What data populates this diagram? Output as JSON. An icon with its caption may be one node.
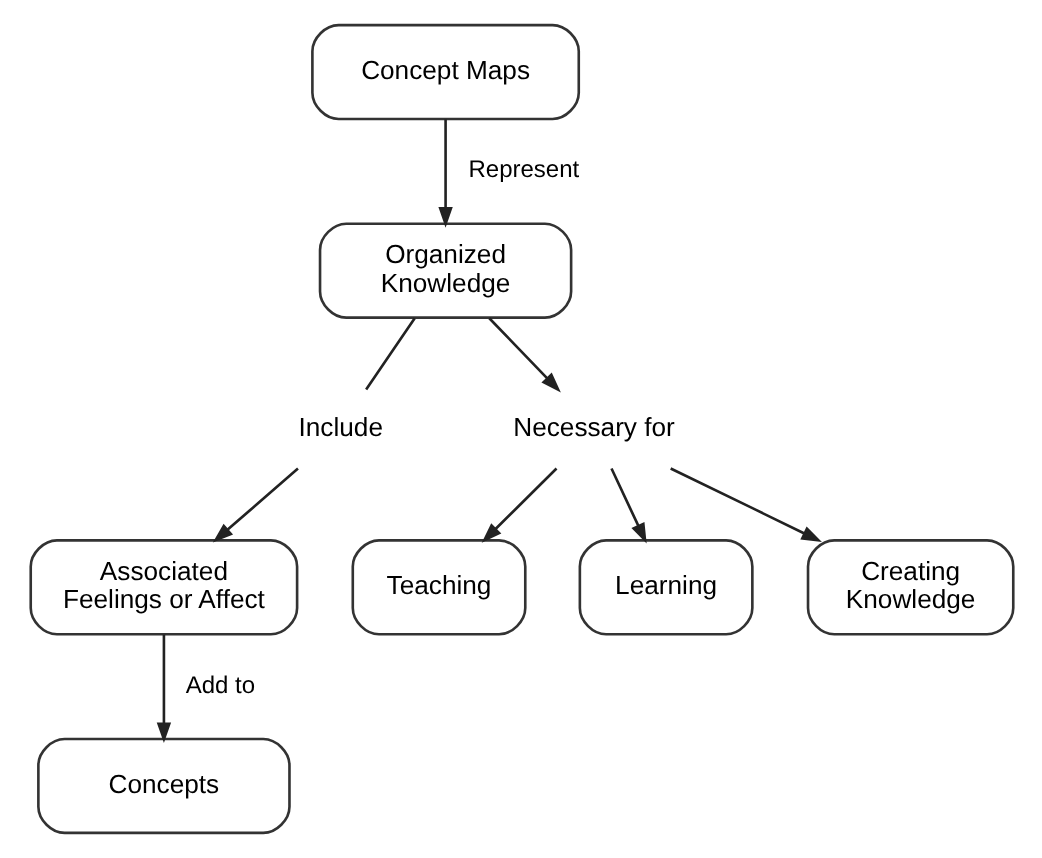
{
  "diagram": {
    "nodes": [
      {
        "text": [
          "Concept Maps"
        ]
      },
      {
        "text": [
          "Organized Knowledge"
        ]
      },
      {
        "text": [
          "Necessary for"
        ]
      },
      {
        "text": [
          "Include"
        ]
      },
      {
        "text": [
          "Associated Feelings or Affect"
        ]
      },
      {
        "text": [
          "Teaching"
        ]
      },
      {
        "text": [
          "Learning"
        ]
      },
      {
        "text": [
          "Creating Knowledge"
        ]
      },
      {
        "text": [
          "Concepts"
        ]
      }
    ],
    "edges": [
      {
        "from": 0,
        "to": 1,
        "arrow": "to",
        "label": "Represent"
      },
      {
        "from": 1,
        "to": 3,
        "arrow": "none"
      },
      {
        "from": 1,
        "to": 2,
        "arrow": "to"
      },
      {
        "from": 3,
        "to": 4,
        "arrow": "to"
      },
      {
        "from": 2,
        "to": 5,
        "arrow": "to"
      },
      {
        "from": 2,
        "to": 6,
        "arrow": "to"
      },
      {
        "from": 2,
        "to": 7,
        "arrow": "to"
      },
      {
        "from": 4,
        "to": 8,
        "arrow": "to",
        "label": "Add to"
      }
    ]
  }
}
